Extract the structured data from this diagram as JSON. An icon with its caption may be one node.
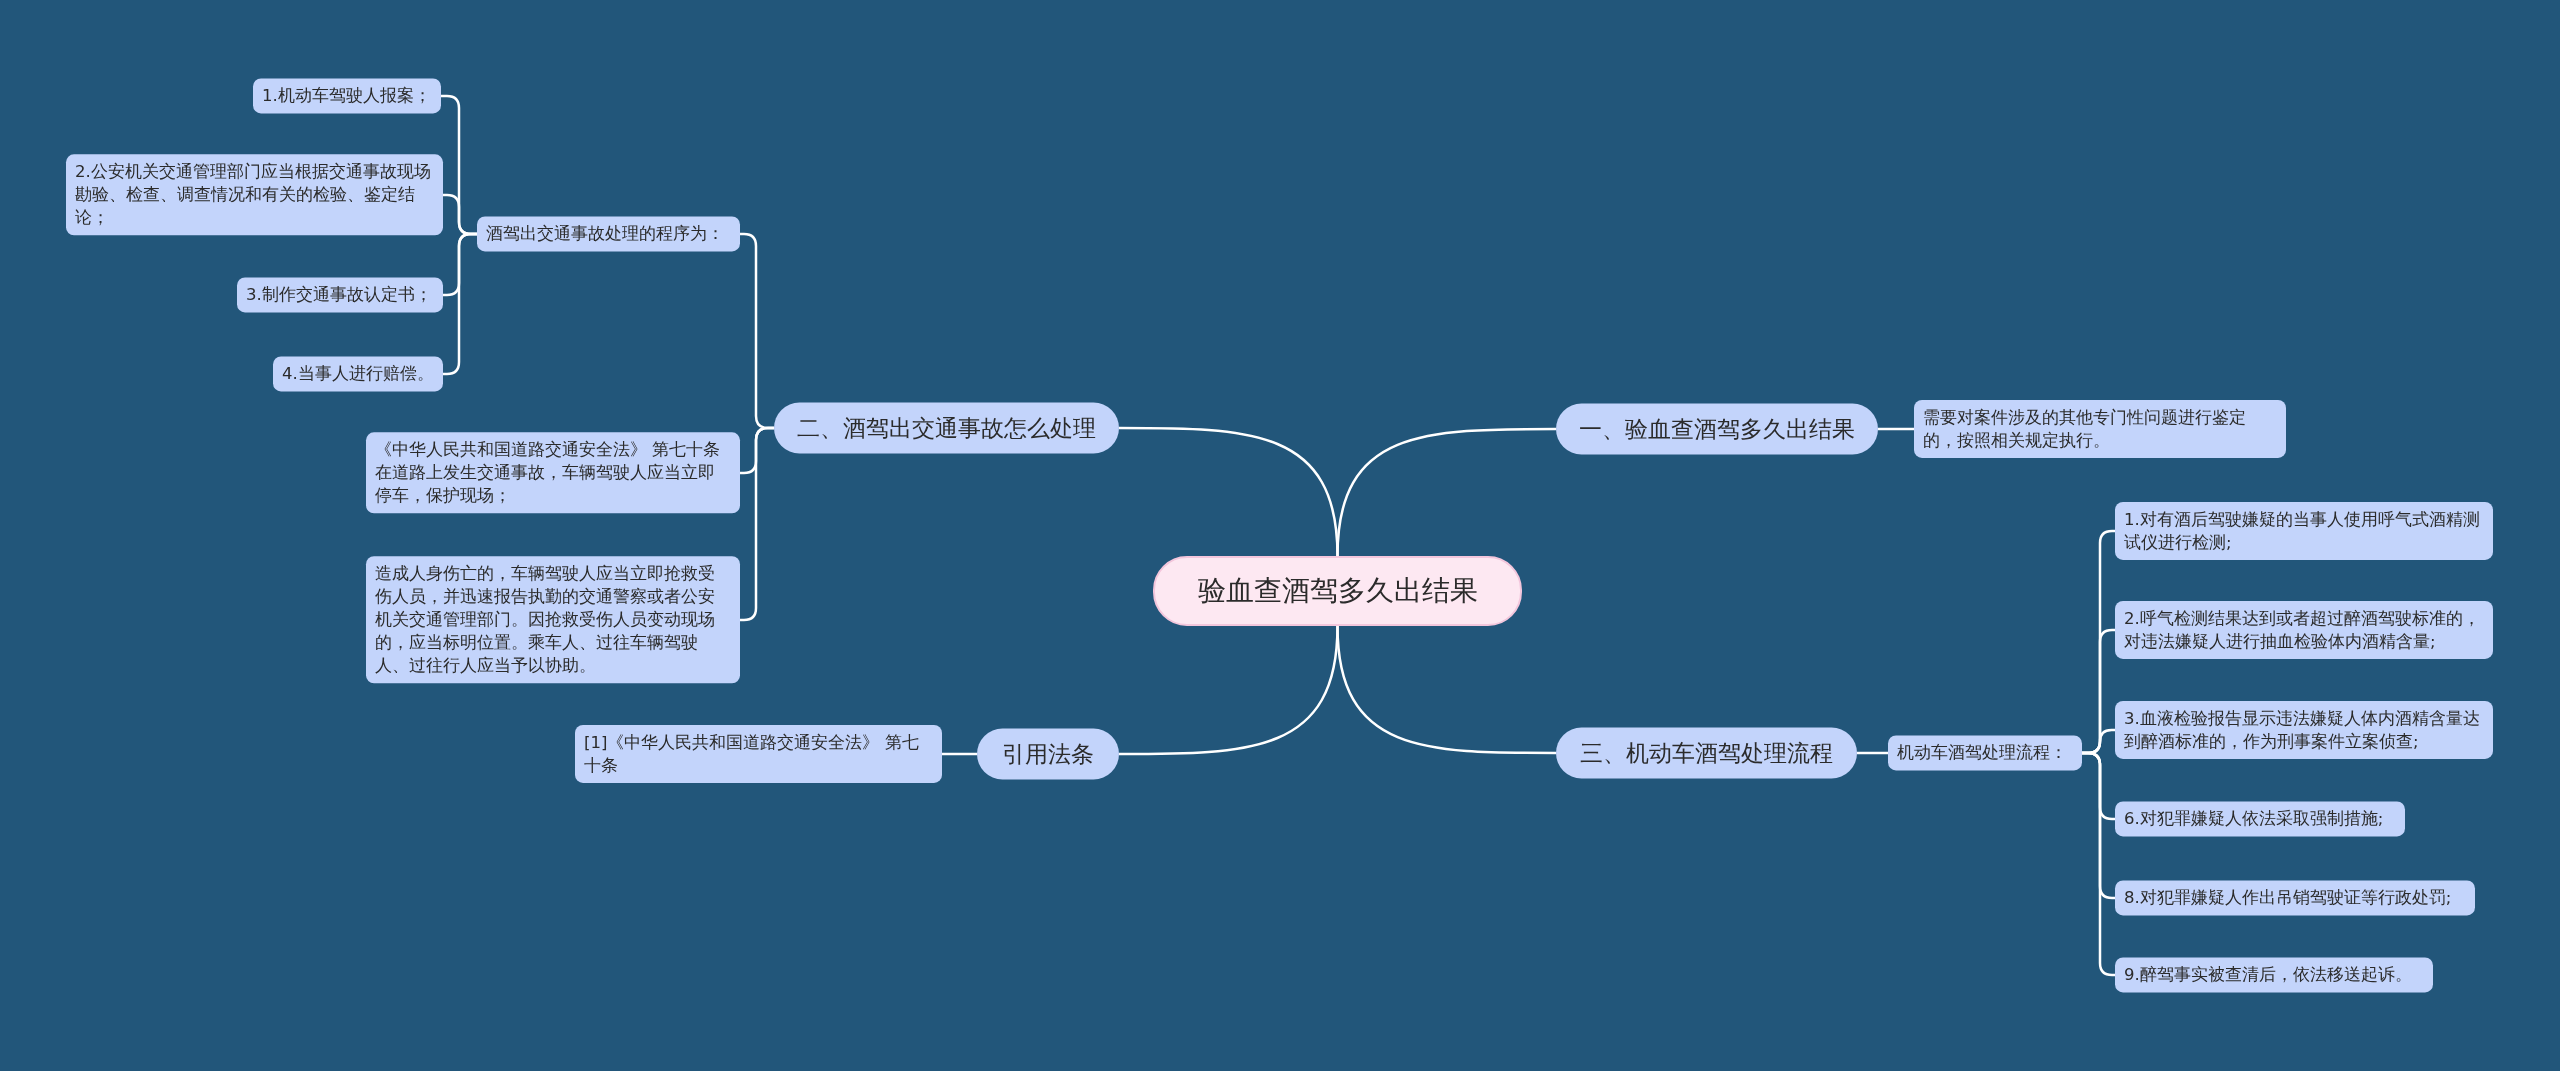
{
  "diagram": {
    "nodes": [
      {
        "text": [
          "验血查酒驾多久出结果"
        ]
      },
      {
        "text": [
          "一、验血查酒驾多久出结果"
        ]
      },
      {
        "text": [
          "需要对案件涉及的其他专门性问题进行鉴定的，按照相关规定执行。"
        ]
      },
      {
        "text": [
          "三、机动车酒驾处理流程"
        ]
      },
      {
        "text": [
          "机动车酒驾处理流程："
        ]
      },
      {
        "text": [
          "1.对有酒后驾驶嫌疑的当事人使用呼气式酒精测试仪进行检测;"
        ]
      },
      {
        "text": [
          "2.呼气检测结果达到或者超过醉酒驾驶标准的，对违法嫌疑人进行抽血检验体内酒精含量;"
        ]
      },
      {
        "text": [
          "3.血液检验报告显示违法嫌疑人体内酒精含量达到醉酒标准的，作为刑事案件立案侦查;"
        ]
      },
      {
        "text": [
          "6.对犯罪嫌疑人依法采取强制措施;"
        ]
      },
      {
        "text": [
          "8.对犯罪嫌疑人作出吊销驾驶证等行政处罚;"
        ]
      },
      {
        "text": [
          "9.醉驾事实被查清后，依法移送起诉。"
        ]
      },
      {
        "text": [
          "二、酒驾出交通事故怎么处理"
        ]
      },
      {
        "text": [
          "酒驾出交通事故处理的程序为："
        ]
      },
      {
        "text": [
          "1.机动车驾驶人报案；"
        ]
      },
      {
        "text": [
          "2.公安机关交通管理部门应当根据交通事故现场勘验、检查、调查情况和有关的检验、鉴定结论；"
        ]
      },
      {
        "text": [
          "3.制作交通事故认定书；"
        ]
      },
      {
        "text": [
          "4.当事人进行赔偿。"
        ]
      },
      {
        "text": [
          "《中华人民共和国道路交通安全法》 第七十条在道路上发生交通事故，车辆驾驶人应当立即停车，保护现场；"
        ]
      },
      {
        "text": [
          "造成人身伤亡的，车辆驾驶人应当立即抢救受伤人员，并迅速报告执勤的交通警察或者公安机关交通管理部门。因抢救受伤人员变动现场的，应当标明位置。乘车人、过往车辆驾驶人、过往行人应当予以协助。"
        ]
      },
      {
        "text": [
          "引用法条"
        ]
      },
      {
        "text": [
          "[1]《中华人民共和国道路交通安全法》 第七十条"
        ]
      }
    ],
    "edges": [
      {
        "from": 0,
        "to": 1,
        "arrow": "none"
      },
      {
        "from": 1,
        "to": 2,
        "arrow": "none"
      },
      {
        "from": 0,
        "to": 3,
        "arrow": "none"
      },
      {
        "from": 3,
        "to": 4,
        "arrow": "none"
      },
      {
        "from": 4,
        "to": 5,
        "arrow": "none"
      },
      {
        "from": 4,
        "to": 6,
        "arrow": "none"
      },
      {
        "from": 4,
        "to": 7,
        "arrow": "none"
      },
      {
        "from": 4,
        "to": 8,
        "arrow": "none"
      },
      {
        "from": 4,
        "to": 9,
        "arrow": "none"
      },
      {
        "from": 4,
        "to": 10,
        "arrow": "none"
      },
      {
        "from": 0,
        "to": 11,
        "arrow": "none"
      },
      {
        "from": 11,
        "to": 12,
        "arrow": "none"
      },
      {
        "from": 12,
        "to": 13,
        "arrow": "none"
      },
      {
        "from": 12,
        "to": 14,
        "arrow": "none"
      },
      {
        "from": 12,
        "to": 15,
        "arrow": "none"
      },
      {
        "from": 12,
        "to": 16,
        "arrow": "none"
      },
      {
        "from": 11,
        "to": 17,
        "arrow": "none"
      },
      {
        "from": 11,
        "to": 18,
        "arrow": "none"
      },
      {
        "from": 0,
        "to": 19,
        "arrow": "none"
      },
      {
        "from": 19,
        "to": 20,
        "arrow": "none"
      }
    ]
  }
}
